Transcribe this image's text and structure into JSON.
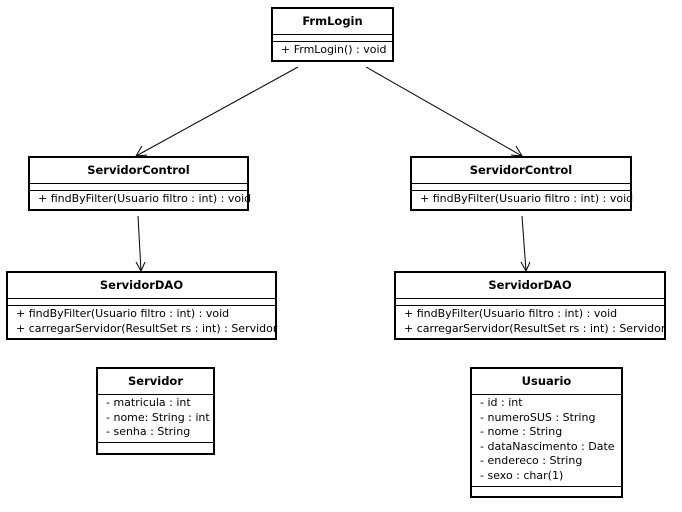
{
  "classes": {
    "frmlogin": {
      "name": "FrmLogin",
      "attributes": [],
      "methods": [
        "+ FrmLogin() : void"
      ]
    },
    "control_left": {
      "name": "ServidorControl",
      "attributes": [],
      "methods": [
        "+ findByFilter(Usuario filtro : int) : void"
      ]
    },
    "control_right": {
      "name": "ServidorControl",
      "attributes": [],
      "methods": [
        "+ findByFilter(Usuario filtro : int) : void"
      ]
    },
    "dao_left": {
      "name": "ServidorDAO",
      "attributes": [],
      "methods": [
        "+ findByFilter(Usuario filtro : int) : void",
        "+ carregarServidor(ResultSet rs : int) : Servidor"
      ]
    },
    "dao_right": {
      "name": "ServidorDAO",
      "attributes": [],
      "methods": [
        "+ findByFilter(Usuario filtro : int) : void",
        "+ carregarServidor(ResultSet rs : int) : Servidor"
      ]
    },
    "servidor": {
      "name": "Servidor",
      "attributes": [
        "- matricula : int",
        "- nome: String : int",
        "- senha : String"
      ],
      "methods": []
    },
    "usuario": {
      "name": "Usuario",
      "attributes": [
        "- id : int",
        "- numeroSUS : String",
        "- nome : String",
        "- dataNascimento : Date",
        "- endereco : String",
        "- sexo : char(1)"
      ],
      "methods": []
    }
  }
}
